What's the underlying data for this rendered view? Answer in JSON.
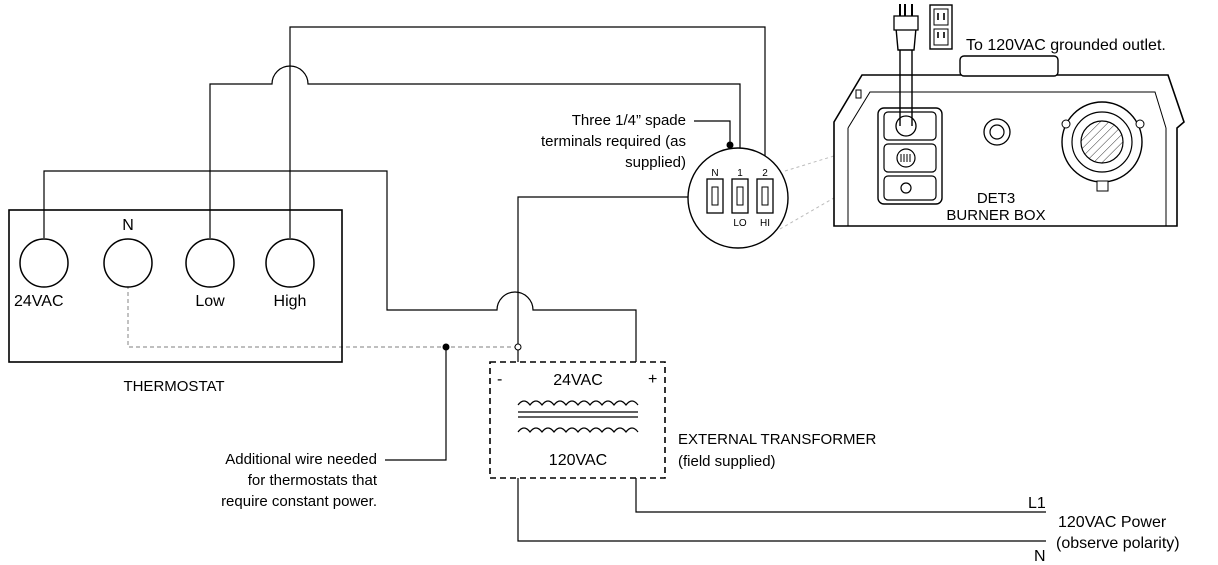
{
  "title": "",
  "thermostat": {
    "label": "THERMOSTAT",
    "terminals": [
      {
        "label": "24VAC"
      },
      {
        "label": "N"
      },
      {
        "label": "Low"
      },
      {
        "label": "High"
      }
    ]
  },
  "transformer": {
    "top_label": "24VAC",
    "bottom_label": "120VAC",
    "minus": "-",
    "plus": "+",
    "name_line1": "EXTERNAL TRANSFORMER",
    "name_line2": "(field supplied)"
  },
  "spade_note": {
    "line1": "Three 1/4” spade",
    "line2": "terminals required (as",
    "line3": "supplied)"
  },
  "terminal_block": {
    "top": [
      "N",
      "1",
      "2"
    ],
    "bottom": [
      "LO",
      "HI"
    ]
  },
  "burner_box": {
    "line1": "DET3",
    "line2": "BURNER BOX",
    "outlet_note": "To 120VAC grounded outlet."
  },
  "additional_wire_note": {
    "line1": "Additional wire needed",
    "line2": "for thermostats that",
    "line3": "require constant power."
  },
  "power": {
    "l1": "L1",
    "n": "N",
    "line1": "120VAC Power",
    "line2": "(observe polarity)"
  }
}
